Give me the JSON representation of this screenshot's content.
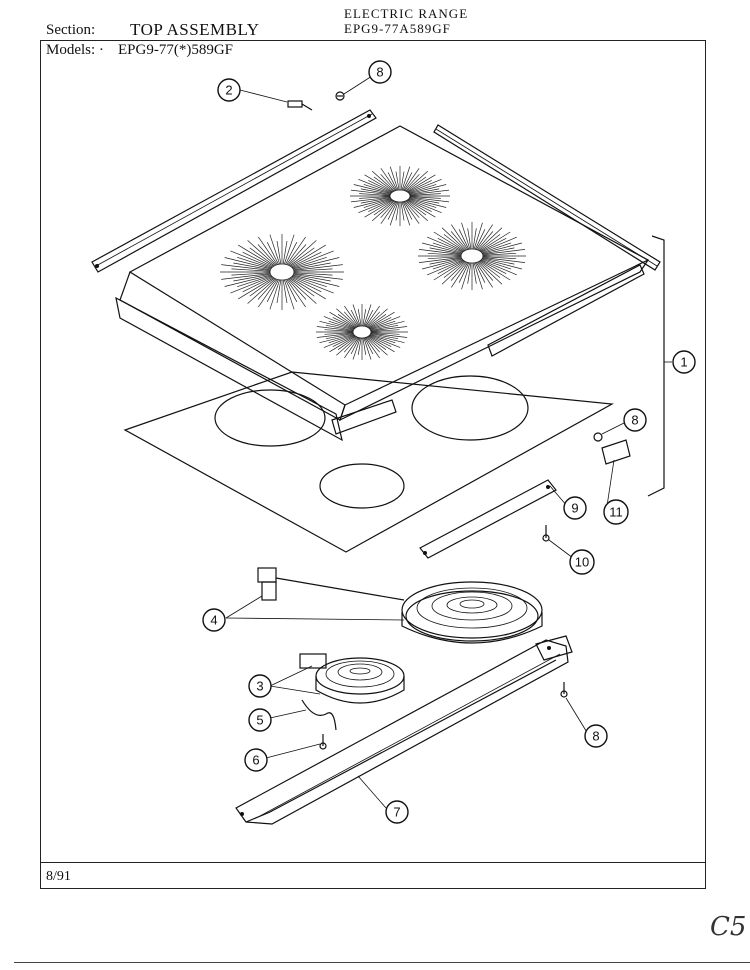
{
  "header": {
    "section_label": "Section:",
    "section_value": "TOP ASSEMBLY",
    "title": "ELECTRIC RANGE",
    "model_code": "EPG9-77A589GF",
    "models_label": "Models: ·",
    "models_value": "EPG9-77(*)589GF"
  },
  "footer": {
    "date_code": "8/91",
    "corner_mark": "C5"
  },
  "callouts": {
    "c1": "1",
    "c2": "2",
    "c3": "3",
    "c4": "4",
    "c5": "5",
    "c6": "6",
    "c7": "7",
    "c8a": "8",
    "c8b": "8",
    "c8c": "8",
    "c9": "9",
    "c10": "10",
    "c11": "11"
  }
}
